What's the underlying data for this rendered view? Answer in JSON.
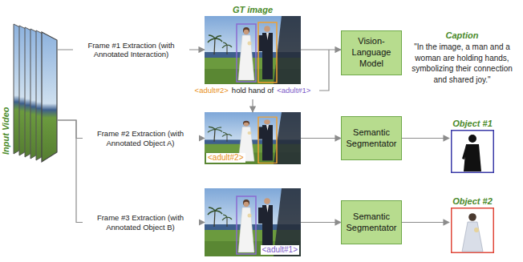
{
  "diagram": {
    "nodes": [
      {
        "text": [
          "Input Video"
        ]
      },
      {
        "text": [
          "GT image",
          "<adult#2>",
          "hold hand of",
          "<adult#1>"
        ]
      },
      {
        "text": [
          "Vision-Language Model"
        ]
      },
      {
        "text": [
          "Caption",
          "\"In the image, a man and a woman are holding hands, symbolizing their connection and shared joy.\""
        ]
      },
      {
        "text": [
          "<adult#2>"
        ]
      },
      {
        "text": [
          "Semantic Segmentator"
        ]
      },
      {
        "text": [
          "Object #1"
        ]
      },
      {
        "text": [
          "<adult#1>"
        ]
      },
      {
        "text": [
          "Semantic Segmentator"
        ]
      },
      {
        "text": [
          "Object #2"
        ]
      }
    ],
    "edges": [
      {
        "from": 0,
        "to": 1,
        "arrow": "to",
        "label": "Frame #1 Extraction (with Annotated Interaction)"
      },
      {
        "from": 0,
        "to": 4,
        "arrow": "to",
        "label": "Frame #2 Extraction (with Annotated Object A)"
      },
      {
        "from": 0,
        "to": 7,
        "arrow": "to",
        "label": "Frame #3 Extraction (with Annotated Object B)"
      },
      {
        "from": 1,
        "to": 2,
        "arrow": "to"
      },
      {
        "from": 1,
        "to": 4,
        "arrow": "to"
      },
      {
        "from": 4,
        "to": 5,
        "arrow": "to"
      },
      {
        "from": 5,
        "to": 6,
        "arrow": "to"
      },
      {
        "from": 7,
        "to": 8,
        "arrow": "to"
      },
      {
        "from": 8,
        "to": 9,
        "arrow": "to"
      }
    ]
  }
}
